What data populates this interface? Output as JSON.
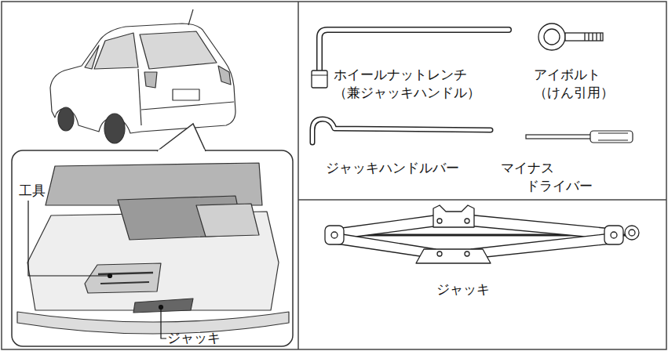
{
  "diagram": {
    "labels": [
      "工具",
      "ジャッキ",
      "ホイールナットレンチ （兼ジャッキハンドル）",
      "アイボルト （けん引用）",
      "ジャッキハンドルバー",
      "マイナス ドライバー",
      "ジャッキ"
    ]
  }
}
